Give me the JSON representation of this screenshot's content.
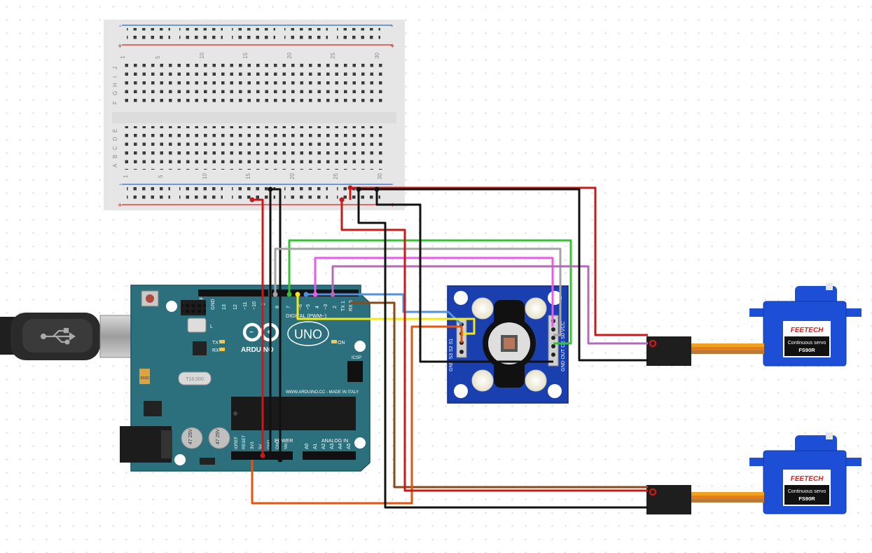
{
  "breadboard": {
    "column_numbers": [
      "1",
      "5",
      "10",
      "15",
      "20",
      "25",
      "30"
    ],
    "row_letters_top": [
      "J",
      "I",
      "H",
      "G",
      "F"
    ],
    "row_letters_bottom": [
      "E",
      "D",
      "C",
      "B",
      "A"
    ],
    "rail_plus": "+",
    "rail_minus": "-"
  },
  "arduino": {
    "brand": "ARDUINO",
    "model": "UNO",
    "digital_label": "DIGITAL (PWM~)",
    "power_label": "POWER",
    "analog_label": "ANALOG IN",
    "site": "WWW.ARDUINO.CC - MADE IN ITALY",
    "icsp": "ICSP",
    "on": "ON",
    "tx": "TX",
    "rx": "RX",
    "l": "L",
    "aref": "AREF",
    "gnd": "GND",
    "pin_13": "13",
    "pin_12": "12",
    "pin_11": "~11",
    "pin_10": "~10",
    "pin_9": "~9",
    "pin_8": "8",
    "pin_7": "7",
    "pin_6": "~6",
    "pin_5": "~5",
    "pin_4": "4",
    "pin_3": "~3",
    "pin_2": "2",
    "pin_tx1": "TX 1",
    "pin_rx0": "RX 0",
    "crystal": "T16.000",
    "cap_a": "47 25V",
    "cap_b": "47 25V",
    "reg": "503C",
    "power_pins": [
      "IOREF",
      "RESET",
      "3V3",
      "5V",
      "GND",
      "GND",
      "Vin"
    ],
    "analog_pins": [
      "A0",
      "A1",
      "A2",
      "A3",
      "A4",
      "A5"
    ]
  },
  "color_sensor": {
    "left_pins": "GND S3 S2 S1",
    "right_pins": "GND OUT OE S0 VCC"
  },
  "servos": [
    {
      "brand": "FEETECH",
      "type": "Continuous servo",
      "model": "FS90R"
    },
    {
      "brand": "FEETECH",
      "type": "Continuous servo",
      "model": "FS90R"
    }
  ],
  "colors": {
    "wire_red": "#c81a1a",
    "wire_black": "#111111",
    "wire_green": "#35c335",
    "wire_gray": "#a4a4a4",
    "wire_pink": "#e85be8",
    "wire_purple": "#b56ab9",
    "wire_blue": "#4f92dd",
    "wire_yellow": "#f2ea14",
    "wire_brown": "#8a4a17",
    "wire_orange": "#e8530e",
    "arduino_board": "#2b707c",
    "sensor_board": "#1a3fae",
    "servo_body": "#1c4fd6"
  }
}
